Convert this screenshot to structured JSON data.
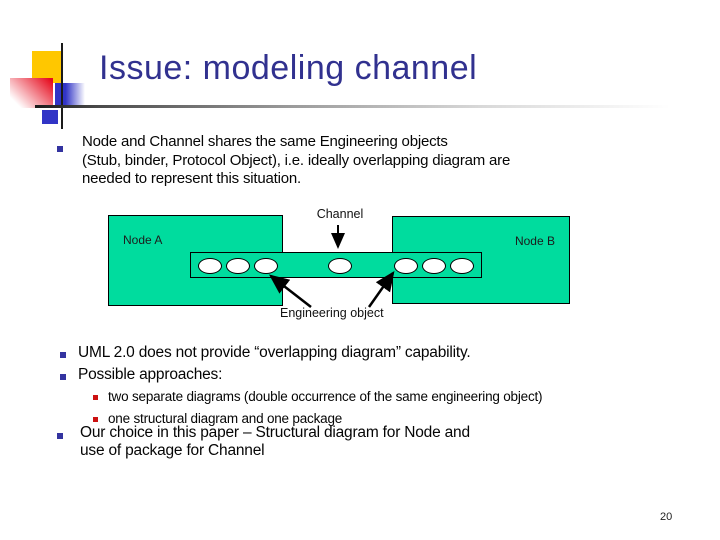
{
  "slide": {
    "title": "Issue: modeling channel",
    "page_number": "20"
  },
  "content": {
    "bullet1_lines": [
      "Node and Channel shares the same Engineering objects",
      "(Stub, binder, Protocol Object), i.e. ideally overlapping diagram are",
      "needed to represent this situation."
    ],
    "bullet2": "UML 2.0 does not provide “overlapping diagram” capability.",
    "bullet3": "Possible approaches:",
    "bullet3_sub": [
      "two separate diagrams (double occurrence of the same engineering object)",
      "one structural diagram and one package"
    ],
    "bullet4_lines": [
      "Our choice in this paper – Structural diagram for Node and",
      "use of package for Channel"
    ]
  },
  "diagram": {
    "node_a_label": "Node A",
    "node_b_label": "Node B",
    "channel_label": "Channel",
    "engineering_object_label": "Engineering object",
    "engineering_object_count": 7,
    "colors": {
      "node_fill": "#00DC9E",
      "object_fill": "#FFFFFF",
      "outline": "#000000"
    }
  },
  "theme": {
    "title_color": "#31318F",
    "bullet_marker_color": "#3333A0",
    "sub_bullet_marker_color": "#CC1111",
    "accent_yellow": "#FFC700",
    "accent_red": "#E60B1E",
    "accent_blue": "#3134C6"
  }
}
